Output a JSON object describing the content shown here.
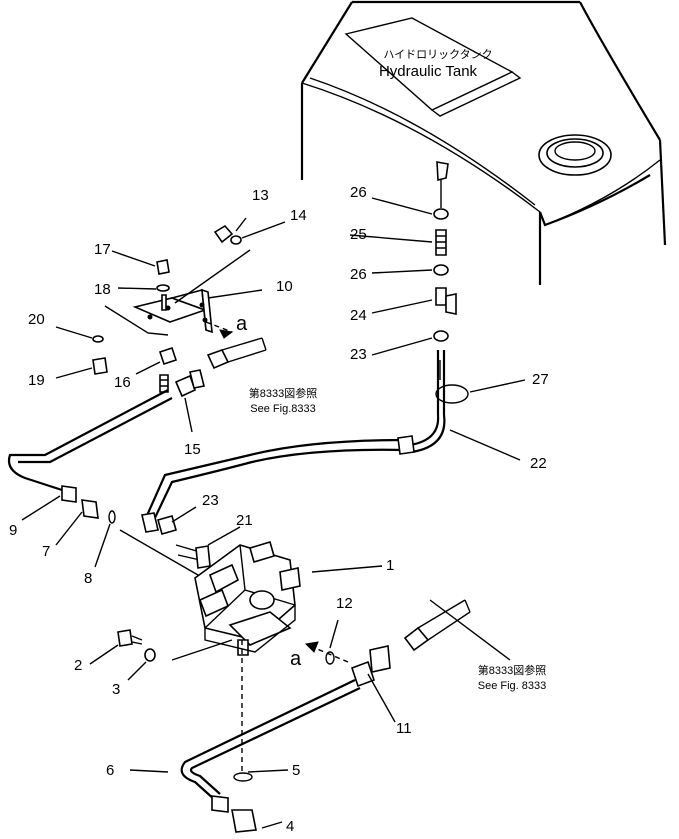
{
  "tank": {
    "label_jp": "ハイドロリックタンク",
    "label_en": "Hydraulic Tank"
  },
  "references": [
    {
      "jp": "第8333図参照",
      "en": "See Fig.8333"
    },
    {
      "jp": "第8333図参照",
      "en": "See Fig. 8333"
    }
  ],
  "view_marks": [
    "a",
    "a"
  ],
  "callouts": [
    "1",
    "2",
    "3",
    "4",
    "5",
    "6",
    "7",
    "8",
    "9",
    "10",
    "11",
    "12",
    "13",
    "14",
    "15",
    "16",
    "17",
    "18",
    "19",
    "20",
    "21",
    "22",
    "23",
    "23",
    "24",
    "25",
    "26",
    "26",
    "27"
  ]
}
